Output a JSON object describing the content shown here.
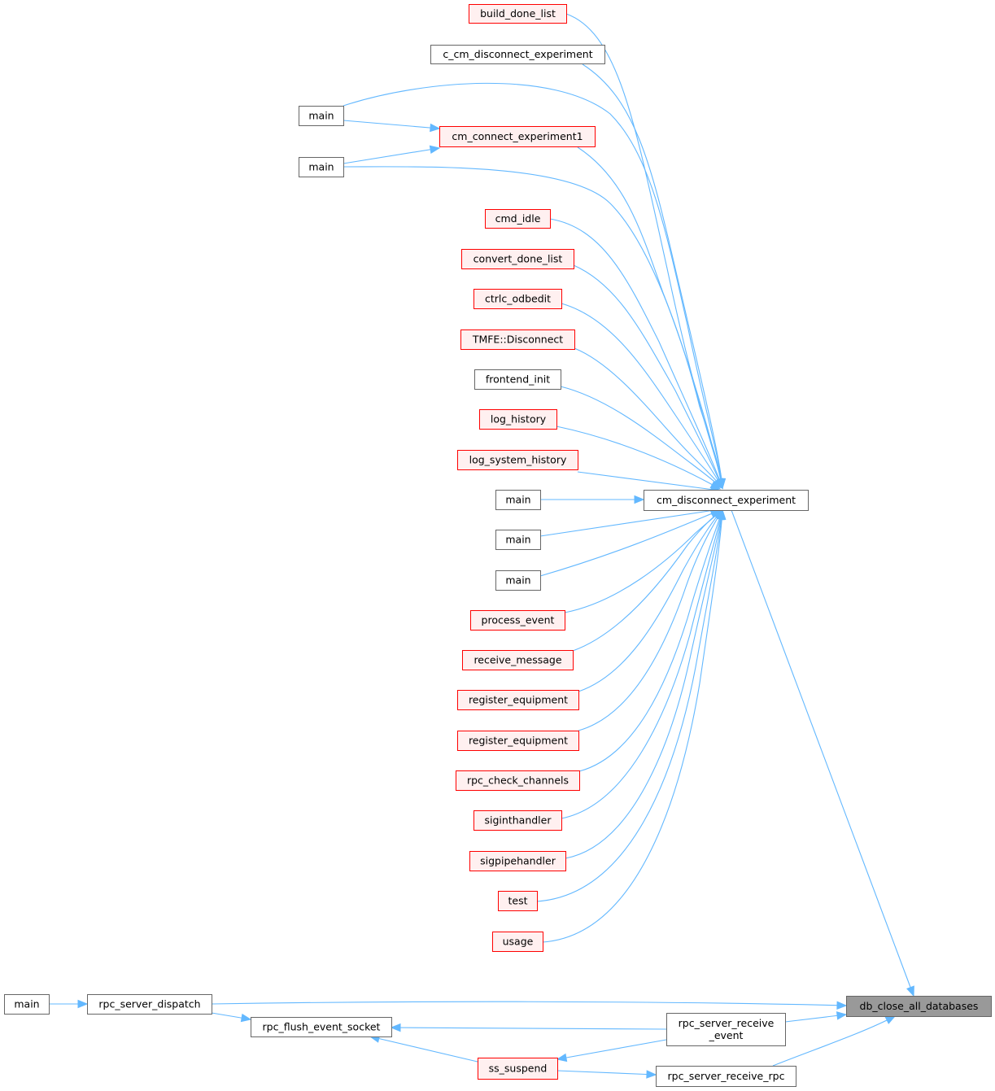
{
  "nodes": [
    {
      "id": "build_done_list",
      "label": "build_done_list",
      "style": "red"
    },
    {
      "id": "c_cm_disconnect_experiment",
      "label": "c_cm_disconnect_experiment",
      "style": "black"
    },
    {
      "id": "main_a",
      "label": "main",
      "style": "black"
    },
    {
      "id": "cm_connect_experiment1",
      "label": "cm_connect_experiment1",
      "style": "red"
    },
    {
      "id": "main_b",
      "label": "main",
      "style": "black"
    },
    {
      "id": "cmd_idle",
      "label": "cmd_idle",
      "style": "red"
    },
    {
      "id": "convert_done_list",
      "label": "convert_done_list",
      "style": "red"
    },
    {
      "id": "ctrlc_odbedit",
      "label": "ctrlc_odbedit",
      "style": "red"
    },
    {
      "id": "tmfe_disconnect",
      "label": "TMFE::Disconnect",
      "style": "red"
    },
    {
      "id": "frontend_init",
      "label": "frontend_init",
      "style": "black"
    },
    {
      "id": "log_history",
      "label": "log_history",
      "style": "red"
    },
    {
      "id": "log_system_history",
      "label": "log_system_history",
      "style": "red"
    },
    {
      "id": "main_c",
      "label": "main",
      "style": "black"
    },
    {
      "id": "main_d",
      "label": "main",
      "style": "black"
    },
    {
      "id": "main_e",
      "label": "main",
      "style": "black"
    },
    {
      "id": "process_event",
      "label": "process_event",
      "style": "red"
    },
    {
      "id": "receive_message",
      "label": "receive_message",
      "style": "red"
    },
    {
      "id": "register_equipment_a",
      "label": "register_equipment",
      "style": "red"
    },
    {
      "id": "register_equipment_b",
      "label": "register_equipment",
      "style": "red"
    },
    {
      "id": "rpc_check_channels",
      "label": "rpc_check_channels",
      "style": "red"
    },
    {
      "id": "siginthandler",
      "label": "siginthandler",
      "style": "red"
    },
    {
      "id": "sigpipehandler",
      "label": "sigpipehandler",
      "style": "red"
    },
    {
      "id": "test",
      "label": "test",
      "style": "red"
    },
    {
      "id": "usage",
      "label": "usage",
      "style": "red"
    },
    {
      "id": "cm_disconnect_experiment",
      "label": "cm_disconnect_experiment",
      "style": "black"
    },
    {
      "id": "main_f",
      "label": "main",
      "style": "black"
    },
    {
      "id": "rpc_server_dispatch",
      "label": "rpc_server_dispatch",
      "style": "black"
    },
    {
      "id": "rpc_flush_event_socket",
      "label": "rpc_flush_event_socket",
      "style": "black"
    },
    {
      "id": "rpc_server_receive_event",
      "label": "rpc_server_receive\n_event",
      "style": "black"
    },
    {
      "id": "ss_suspend",
      "label": "ss_suspend",
      "style": "red"
    },
    {
      "id": "rpc_server_receive_rpc",
      "label": "rpc_server_receive_rpc",
      "style": "black"
    },
    {
      "id": "db_close_all_databases",
      "label": "db_close_all_databases",
      "style": "focus"
    }
  ],
  "edges": [
    {
      "from": "build_done_list",
      "to": "cm_disconnect_experiment"
    },
    {
      "from": "c_cm_disconnect_experiment",
      "to": "cm_disconnect_experiment"
    },
    {
      "from": "main_a",
      "to": "cm_disconnect_experiment"
    },
    {
      "from": "main_a",
      "to": "cm_connect_experiment1"
    },
    {
      "from": "main_b",
      "to": "cm_connect_experiment1"
    },
    {
      "from": "main_b",
      "to": "cm_disconnect_experiment"
    },
    {
      "from": "cm_connect_experiment1",
      "to": "cm_disconnect_experiment"
    },
    {
      "from": "cmd_idle",
      "to": "cm_disconnect_experiment"
    },
    {
      "from": "convert_done_list",
      "to": "cm_disconnect_experiment"
    },
    {
      "from": "ctrlc_odbedit",
      "to": "cm_disconnect_experiment"
    },
    {
      "from": "tmfe_disconnect",
      "to": "cm_disconnect_experiment"
    },
    {
      "from": "frontend_init",
      "to": "cm_disconnect_experiment"
    },
    {
      "from": "log_history",
      "to": "cm_disconnect_experiment"
    },
    {
      "from": "log_system_history",
      "to": "cm_disconnect_experiment"
    },
    {
      "from": "main_c",
      "to": "cm_disconnect_experiment"
    },
    {
      "from": "main_d",
      "to": "cm_disconnect_experiment"
    },
    {
      "from": "main_e",
      "to": "cm_disconnect_experiment"
    },
    {
      "from": "process_event",
      "to": "cm_disconnect_experiment"
    },
    {
      "from": "receive_message",
      "to": "cm_disconnect_experiment"
    },
    {
      "from": "register_equipment_a",
      "to": "cm_disconnect_experiment"
    },
    {
      "from": "register_equipment_b",
      "to": "cm_disconnect_experiment"
    },
    {
      "from": "rpc_check_channels",
      "to": "cm_disconnect_experiment"
    },
    {
      "from": "siginthandler",
      "to": "cm_disconnect_experiment"
    },
    {
      "from": "sigpipehandler",
      "to": "cm_disconnect_experiment"
    },
    {
      "from": "test",
      "to": "cm_disconnect_experiment"
    },
    {
      "from": "usage",
      "to": "cm_disconnect_experiment"
    },
    {
      "from": "cm_disconnect_experiment",
      "to": "db_close_all_databases"
    },
    {
      "from": "main_f",
      "to": "rpc_server_dispatch"
    },
    {
      "from": "rpc_server_dispatch",
      "to": "db_close_all_databases"
    },
    {
      "from": "rpc_server_dispatch",
      "to": "rpc_flush_event_socket"
    },
    {
      "from": "rpc_server_receive_event",
      "to": "rpc_flush_event_socket"
    },
    {
      "from": "rpc_server_receive_event",
      "to": "db_close_all_databases"
    },
    {
      "from": "rpc_server_receive_event",
      "to": "ss_suspend"
    },
    {
      "from": "ss_suspend",
      "to": "rpc_flush_event_socket"
    },
    {
      "from": "ss_suspend",
      "to": "rpc_server_receive_rpc"
    },
    {
      "from": "rpc_server_receive_rpc",
      "to": "db_close_all_databases"
    }
  ]
}
